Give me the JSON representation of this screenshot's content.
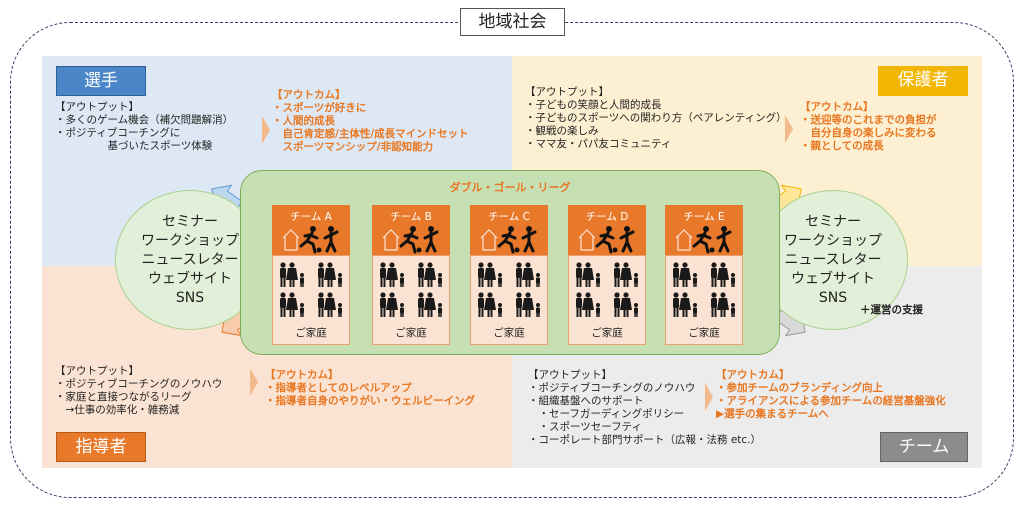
{
  "title": "地域社会",
  "player": {
    "label": "選手",
    "output_head": "【アウトプット】",
    "outputs": [
      "・多くのゲーム機会（補欠問題解消）",
      "・ポジティブコーチングに\n　　　　　基づいたスポーツ体験"
    ],
    "outcome_head": "【アウトカム】",
    "outcomes": [
      "・スポーツが好きに",
      "・人間的成長",
      "　自己肯定感/主体性/成長マインドセット",
      "　スポーツマンシップ/非認知能力"
    ]
  },
  "parent": {
    "label": "保護者",
    "output_head": "【アウトプット】",
    "outputs": [
      "・子どもの笑顔と人間的成長",
      "・子どものスポーツへの関わり方（ペアレンティング）",
      "・観戦の楽しみ",
      "・ママ友・パパ友コミュニティ"
    ],
    "outcome_head": "【アウトカム】",
    "outcomes": [
      "・送迎等のこれまでの負担が",
      "　自分自身の楽しみに変わる",
      "・親としての成長"
    ]
  },
  "coach": {
    "label": "指導者",
    "output_head": "【アウトプット】",
    "outputs": [
      "・ポジティブコーチングのノウハウ",
      "・家庭と直接つながるリーグ",
      "　→仕事の効率化・雑務減"
    ],
    "outcome_head": "【アウトカム】",
    "outcomes": [
      "・指導者としてのレベルアップ",
      "・指導者自身のやりがい・ウェルビーイング"
    ]
  },
  "team": {
    "label": "チーム",
    "output_head": "【アウトプット】",
    "outputs": [
      "・ポジティブコーチングのノウハウ",
      "・組織基盤へのサポート",
      "　・セーフガーディングポリシー",
      "　・スポーツセーフティ",
      "・コーポレート部門サポート（広報・法務 etc.）"
    ],
    "outcome_head": "【アウトカム】",
    "outcomes": [
      "・参加チームのブランディング向上",
      "・アライアンスによる参加チームの経営基盤強化",
      "▶選手の集まるチームへ"
    ]
  },
  "league": {
    "title": "ダブル・ゴール・リーグ",
    "teams": [
      "チーム A",
      "チーム B",
      "チーム C",
      "チーム D",
      "チーム E"
    ],
    "family_label": "ご家庭"
  },
  "channels_left": "セミナー\nワークショップ\nニュースレター\nウェブサイト\nSNS",
  "channels_right": "セミナー\nワークショップ\nニュースレター\nウェブサイト\nSNS",
  "support": "＋運営の支援",
  "colors": {
    "player": "#4a86c8",
    "parent": "#f2b705",
    "coach": "#e8792a",
    "team": "#8c8c8c",
    "outcome": "#e87722"
  }
}
